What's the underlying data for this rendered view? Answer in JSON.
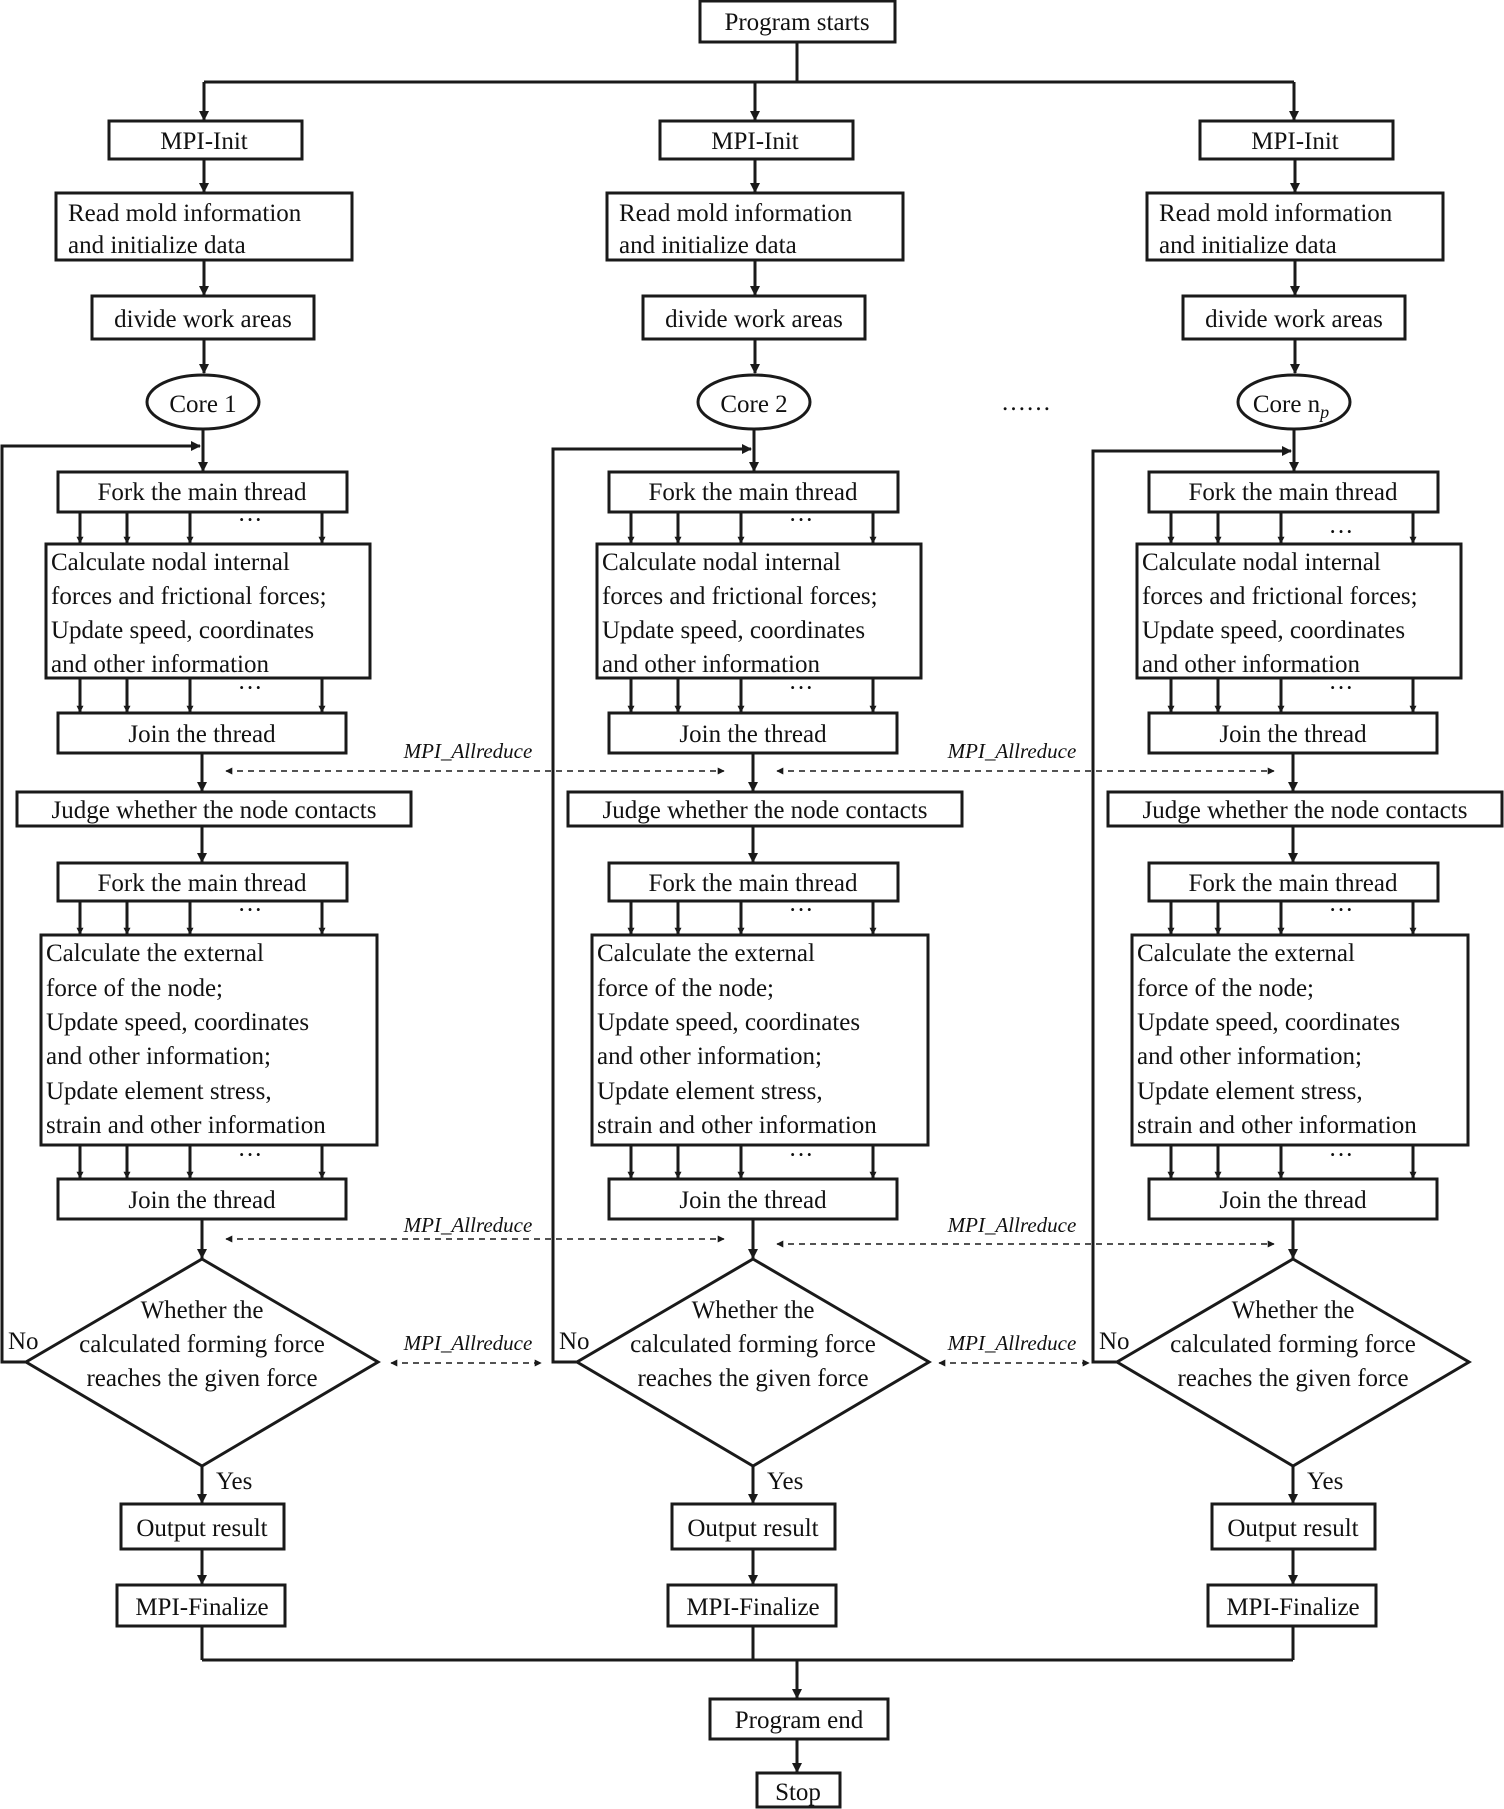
{
  "program_start": "Program starts",
  "mpi_init": "MPI-Init",
  "read_mold_lines": [
    "Read mold information",
    "and initialize data"
  ],
  "divide_work": "divide work areas",
  "cores": [
    {
      "label": "Core 1",
      "sub": ""
    },
    {
      "label": "Core 2",
      "sub": ""
    },
    {
      "label": "Core n",
      "sub": "p"
    }
  ],
  "ellipsis": "……",
  "fork": "Fork the main thread",
  "thread_dots": "···",
  "calc1_lines": [
    "Calculate nodal internal",
    "forces and frictional forces;",
    "Update speed, coordinates",
    "and other information"
  ],
  "join": "Join the thread",
  "judge": "Judge whether the node contacts",
  "calc2_lines": [
    "Calculate the external",
    "force of the node;",
    "Update speed, coordinates",
    "and other information;",
    "Update element stress,",
    "strain and other information"
  ],
  "decision_lines": [
    "Whether the",
    "calculated forming force",
    "reaches the given force"
  ],
  "no_label": "No",
  "yes_label": "Yes",
  "output": "Output result",
  "finalize": "MPI-Finalize",
  "program_end": "Program end",
  "stop": "Stop",
  "mpi_allreduce": "MPI_Allreduce"
}
